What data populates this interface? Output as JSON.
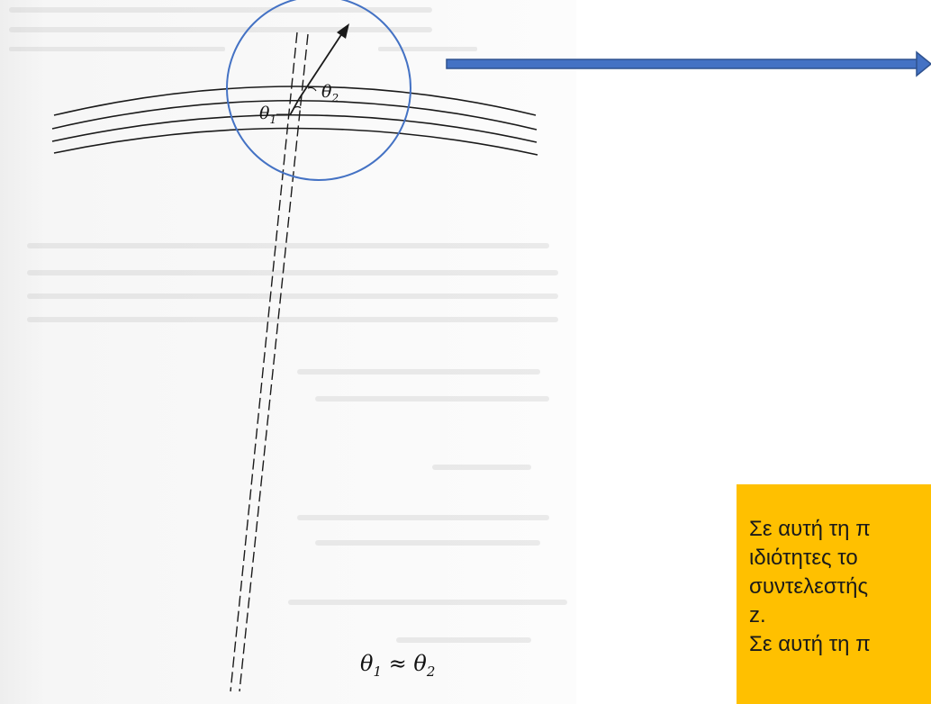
{
  "diagram": {
    "angle_label_1": "θ",
    "angle_label_1_sub": "1",
    "angle_label_2": "θ",
    "angle_label_2_sub": "2",
    "relation_lhs": "θ",
    "relation_lhs_sub": "1",
    "relation_op": " ≈ ",
    "relation_rhs": "θ",
    "relation_rhs_sub": "2"
  },
  "callout": {
    "lines": [
      "Σε αυτή τη π",
      "ιδιότητες το",
      "συντελεστής",
      "z.",
      "Σε αυτή τη π"
    ]
  },
  "colors": {
    "arrow_fill": "#4472c4",
    "arrow_stroke": "#2f528f",
    "circle_stroke": "#4472c4",
    "note_bg": "#ffc000"
  }
}
